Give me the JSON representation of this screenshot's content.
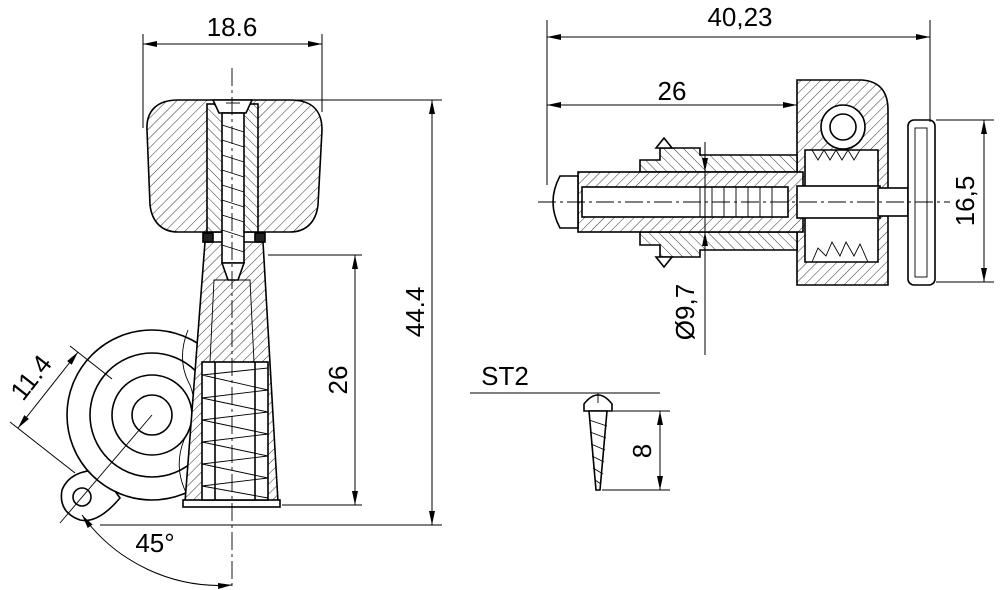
{
  "side_view": {
    "dim_width": "18.6",
    "dim_height": "44.4",
    "dim_post": "26",
    "dim_radius": "11.4",
    "dim_angle": "45°"
  },
  "top_view": {
    "dim_length": "40,23",
    "dim_shaft": "26",
    "dim_diameter": "Ø9,7",
    "dim_washer": "16,5"
  },
  "screw": {
    "label": "ST2",
    "dim_length": "8"
  }
}
